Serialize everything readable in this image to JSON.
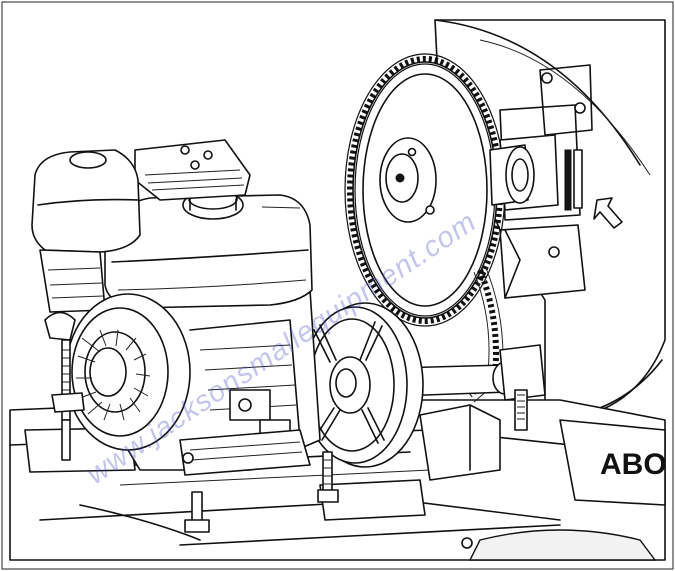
{
  "watermark": {
    "text": "www.jacksonsmallequipment.com",
    "color": "#4848c8"
  },
  "brand_label": {
    "text": "ABO"
  },
  "illustration": {
    "style": "black-and-white line drawing",
    "parts": [
      "engine",
      "fuel-tank",
      "air-filter",
      "recoil-starter",
      "v-belt-pulley",
      "drive-sprocket",
      "roller-chain",
      "bearing-block",
      "mounting-frame",
      "drum-housing",
      "direction-arrow",
      "mounting-bolts"
    ]
  }
}
